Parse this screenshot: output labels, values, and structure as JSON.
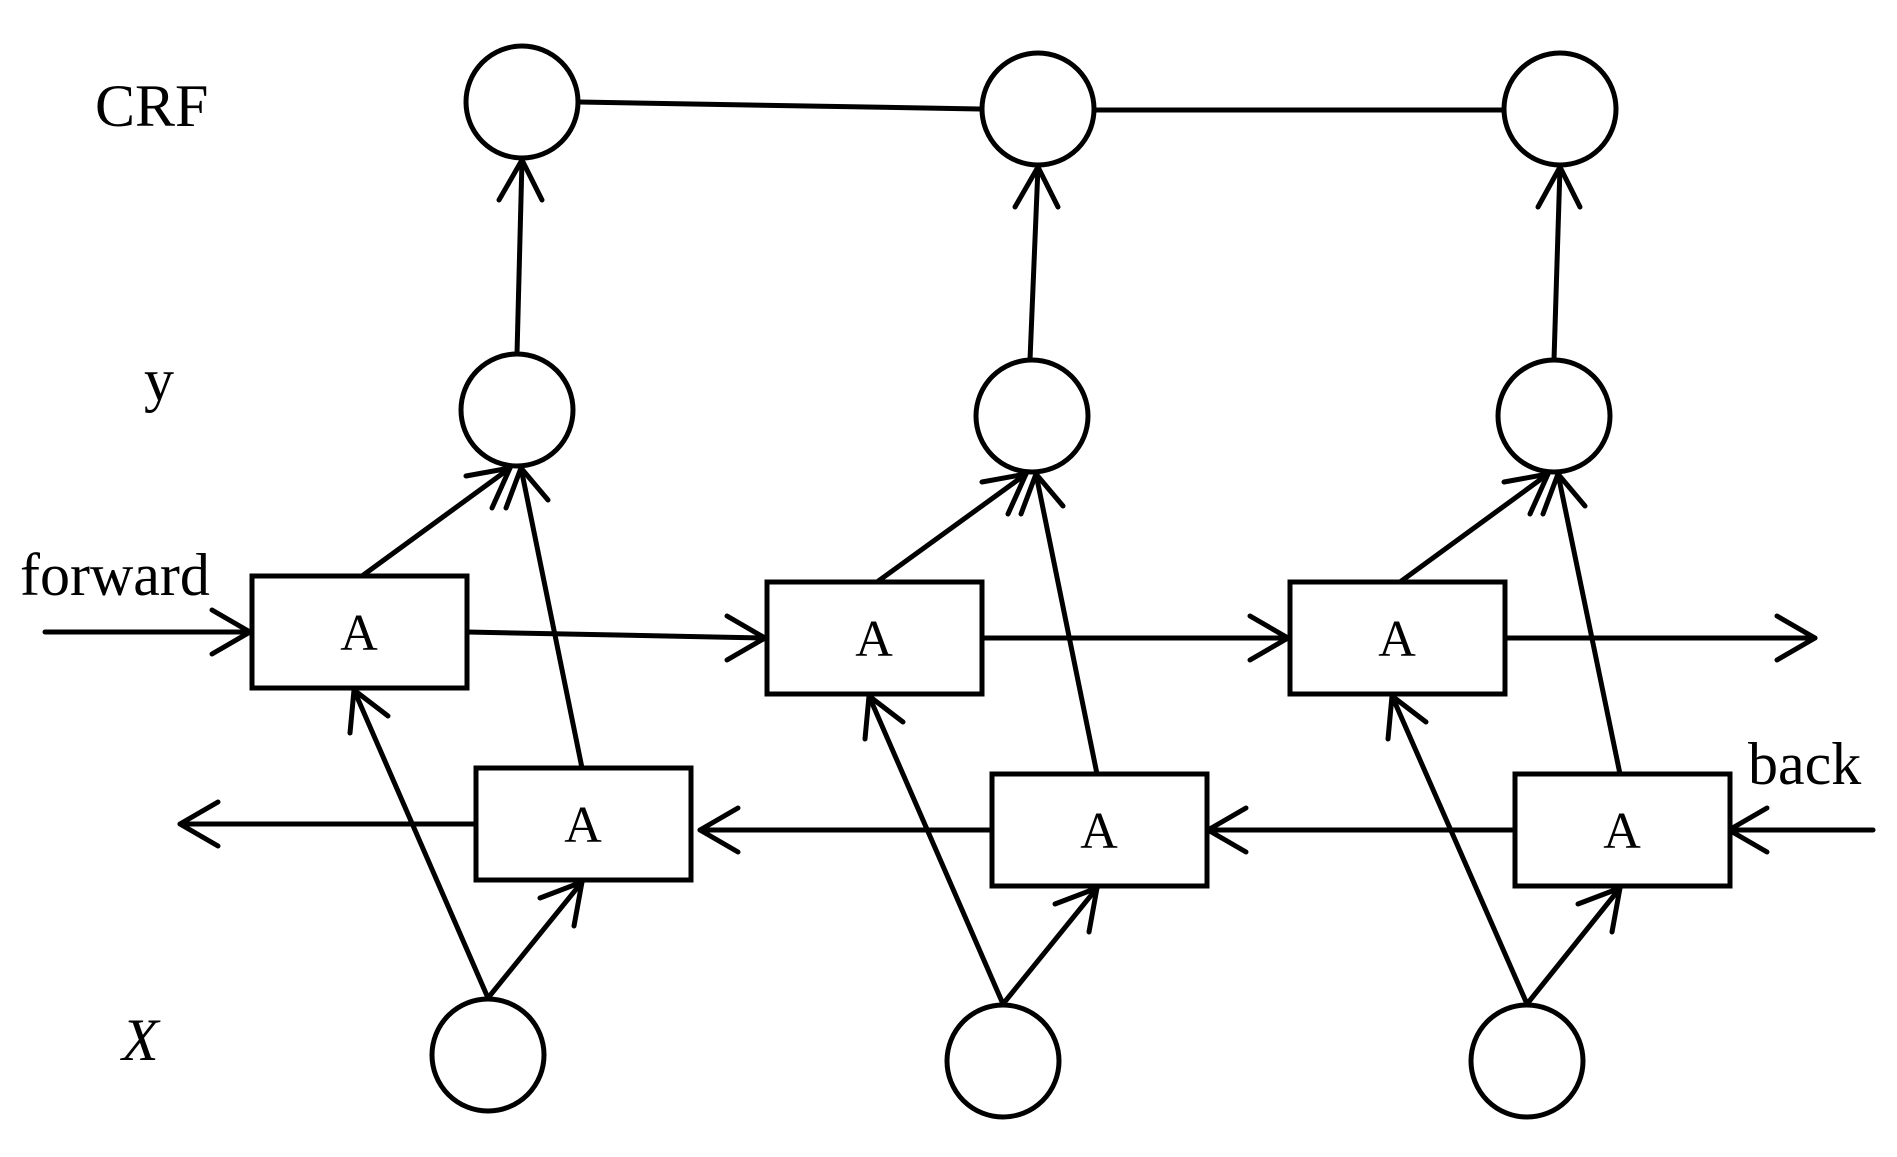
{
  "row_labels": {
    "crf": "CRF",
    "y": "y",
    "x": "X"
  },
  "direction_labels": {
    "forward": "forward",
    "back": "back"
  },
  "cells": {
    "forward": [
      "A",
      "A",
      "A"
    ],
    "backward": [
      "A",
      "A",
      "A"
    ]
  }
}
